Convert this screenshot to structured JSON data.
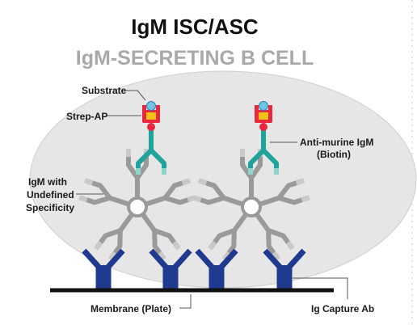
{
  "diagram": {
    "title": "IgM ISC/ASC",
    "subtitle": "IgM-SECRETING B CELL",
    "labels": {
      "substrate": "Substrate",
      "strep_ap": "Strep-AP",
      "anti_murine_line1": "Anti-murine IgM",
      "anti_murine_line2": "(Biotin)",
      "igm_line1": "IgM with",
      "igm_line2": "Undefined",
      "igm_line3": "Specificity",
      "membrane": "Membrane (Plate)",
      "capture": "Ig Capture Ab"
    },
    "colors": {
      "cell": "#e6e6e6",
      "cell_edge": "#cfcfcf",
      "capture_antibody": "#1f3a8f",
      "detection_antibody": "#1fa39a",
      "igm_pentamer": "#9a9a9a",
      "strep_ap_body": "#e9283f",
      "strep_ap_core": "#f2c21b",
      "substrate": "#6fc3e3",
      "membrane": "#111111"
    }
  }
}
